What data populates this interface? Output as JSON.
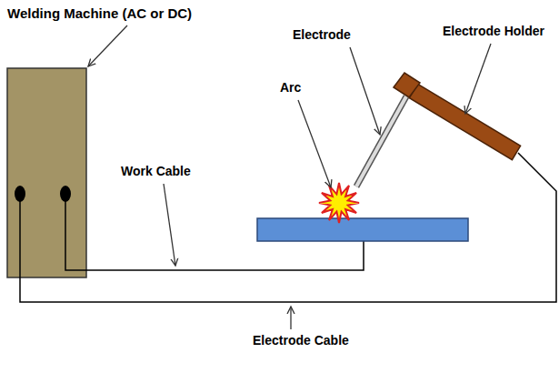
{
  "diagram": {
    "labels": [
      "Welding Machine (AC or DC)",
      "Electrode",
      "Electrode Holder",
      "Arc",
      "Work Cable",
      "Electrode Cable"
    ]
  }
}
